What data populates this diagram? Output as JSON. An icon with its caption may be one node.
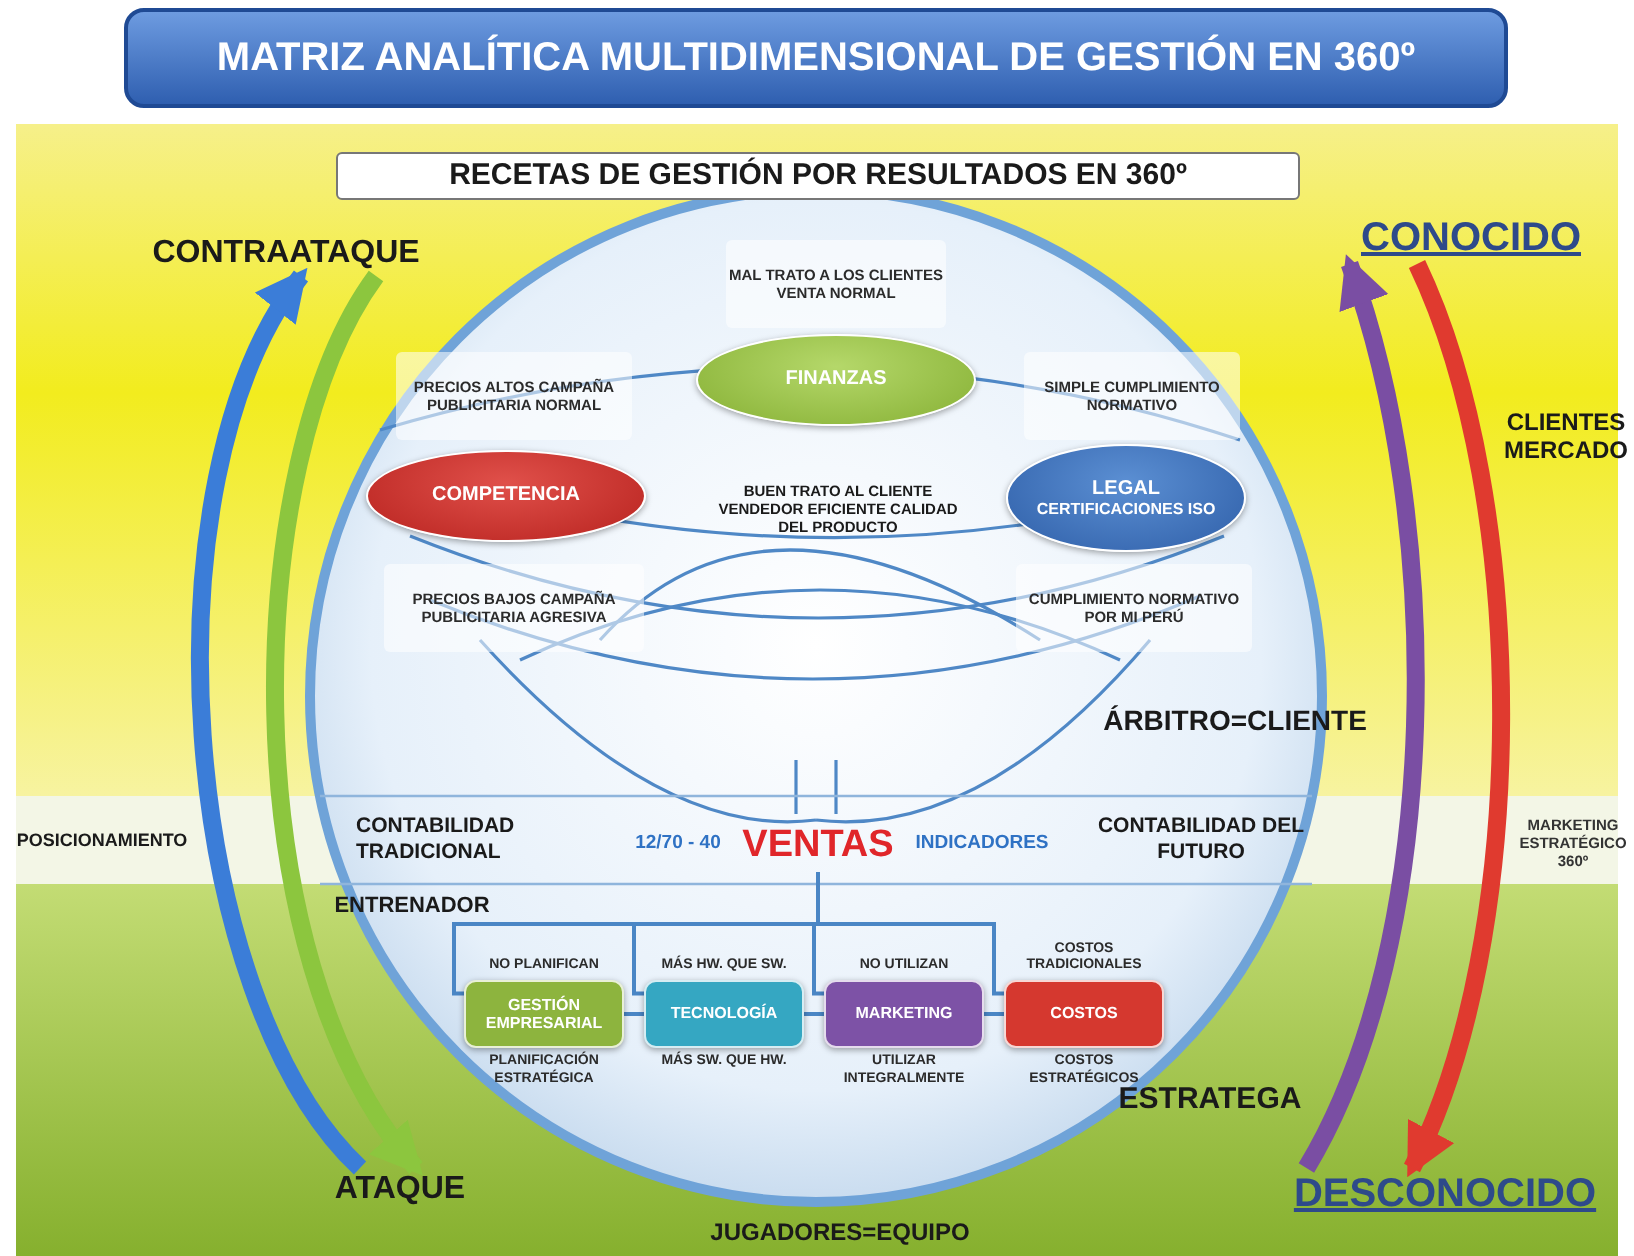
{
  "diagram": {
    "title": "MATRIZ ANALÍTICA MULTIDIMENSIONAL DE GESTIÓN EN 360º",
    "nodes": [
      {
        "text": [
          "CONTRAATAQUE"
        ]
      },
      {
        "text": [
          "FINANZAS"
        ],
        "beside": [
          "MAL TRATO A LOS CLIENTES VENTA NORMAL"
        ]
      },
      {
        "text": [
          "COMPETENCIA"
        ],
        "beside": [
          "PRECIOS ALTOS CAMPAÑA PUBLICITARIA NORMAL",
          "PRECIOS BAJOS CAMPAÑA PUBLICITARIA AGRESIVA"
        ]
      },
      {
        "text": [
          "LEGAL",
          "CERTIFICACIONES ISO"
        ],
        "beside": [
          "SIMPLE CUMPLIMIENTO NORMATIVO",
          "CUMPLIMIENTO NORMATIVO POR MI PERÚ"
        ]
      },
      {
        "text": [
          "CONOCIDO"
        ]
      },
      {
        "text": [
          "VENTAS"
        ]
      },
      {
        "text": [
          "GESTIÓN EMPRESARIAL"
        ],
        "beside": [
          "NO PLANIFICAN",
          "PLANIFICACIÓN ESTRATÉGICA"
        ]
      },
      {
        "text": [
          "TECNOLOGÍA"
        ],
        "beside": [
          "MÁS HW. QUE SW.",
          "MÁS SW. QUE HW."
        ]
      },
      {
        "text": [
          "MARKETING"
        ],
        "beside": [
          "NO UTILIZAN",
          "UTILIZAR INTEGRALMENTE"
        ]
      },
      {
        "text": [
          "COSTOS"
        ],
        "beside": [
          "COSTOS TRADICIONALES",
          "COSTOS ESTRATÉGICOS"
        ]
      },
      {
        "text": [
          "ATAQUE"
        ]
      },
      {
        "text": [
          "DESCONOCIDO"
        ]
      }
    ],
    "edges": [
      {
        "from": 10,
        "to": 0,
        "arrow": "to",
        "style": "thick",
        "color": "#3b7dd8"
      },
      {
        "from": 0,
        "to": 10,
        "arrow": "to",
        "style": "thick",
        "color": "#8cc63e"
      },
      {
        "from": 4,
        "to": 11,
        "arrow": "to",
        "style": "thick",
        "color": "#e03a2f"
      },
      {
        "from": 11,
        "to": 4,
        "arrow": "to",
        "style": "thick",
        "color": "#7a4ea3"
      },
      {
        "from": 5,
        "to": 6,
        "arrow": "none"
      },
      {
        "from": 5,
        "to": 7,
        "arrow": "none"
      },
      {
        "from": 5,
        "to": 8,
        "arrow": "none"
      },
      {
        "from": 5,
        "to": 9,
        "arrow": "none"
      },
      {
        "from": 6,
        "to": 7,
        "arrow": "none"
      },
      {
        "from": 7,
        "to": 8,
        "arrow": "none"
      },
      {
        "from": 8,
        "to": 9,
        "arrow": "none"
      }
    ],
    "labels": [
      "RECETAS DE GESTIÓN POR RESULTADOS EN 360º",
      "BUEN TRATO AL CLIENTE VENDEDOR EFICIENTE CALIDAD DEL PRODUCTO",
      "CLIENTES MERCADO",
      "ÁRBITRO=CLIENTE",
      "POSICIONAMIENTO",
      "CONTABILIDAD TRADICIONAL",
      "12/70 - 40",
      "INDICADORES",
      "CONTABILIDAD DEL FUTURO",
      "MARKETING ESTRATÉGICO 360º",
      "ENTRENADOR",
      "ESTRATEGA",
      "JUGADORES=EQUIPO"
    ]
  }
}
